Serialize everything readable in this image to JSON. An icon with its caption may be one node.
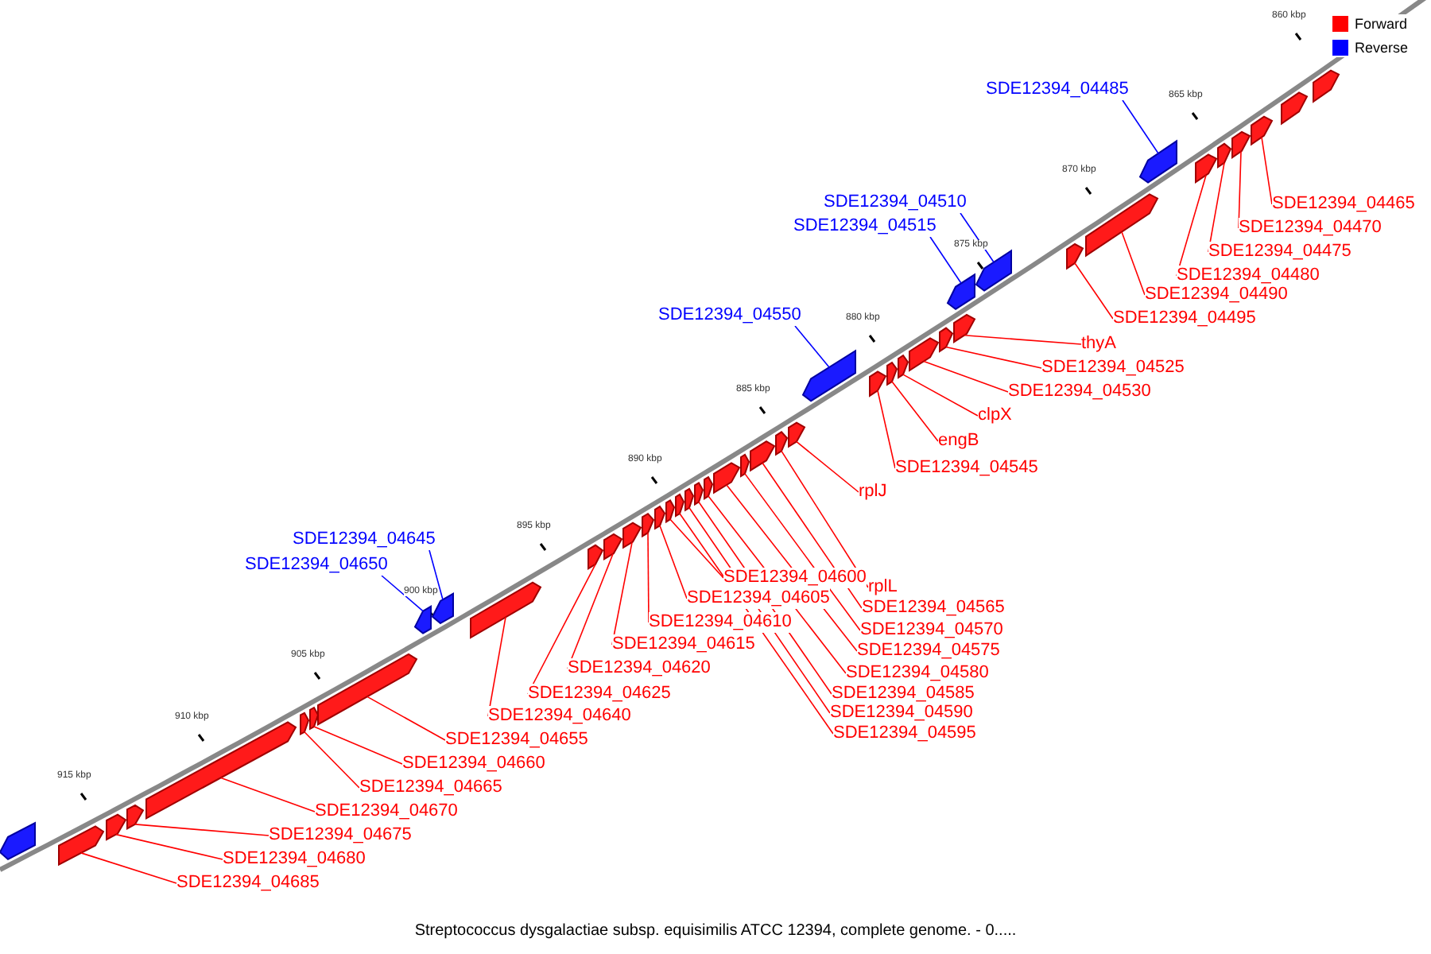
{
  "diagram": {
    "caption": "Streptococcus dysgalactiae subsp. equisimilis ATCC 12394, complete genome. - 0.....",
    "nodes": [
      {
        "text": [
          "SDE12394_04465"
        ]
      },
      {
        "text": [],
        "shape": "bar"
      },
      {
        "text": [
          "SDE12394_04470"
        ]
      },
      {
        "text": [],
        "shape": "bar"
      },
      {
        "text": [
          "SDE12394_04475"
        ]
      },
      {
        "text": [],
        "shape": "bar"
      },
      {
        "text": [
          "SDE12394_04480"
        ]
      },
      {
        "text": [],
        "shape": "bar"
      },
      {
        "text": [
          "SDE12394_04485"
        ]
      },
      {
        "text": [],
        "shape": "bar"
      },
      {
        "text": [
          "SDE12394_04490"
        ]
      },
      {
        "text": [],
        "shape": "bar"
      },
      {
        "text": [
          "SDE12394_04495"
        ]
      },
      {
        "text": [],
        "shape": "bar"
      },
      {
        "text": [
          "SDE12394_04510"
        ]
      },
      {
        "text": [],
        "shape": "bar"
      },
      {
        "text": [
          "SDE12394_04515"
        ]
      },
      {
        "text": [],
        "shape": "bar"
      },
      {
        "text": [
          "thyA"
        ]
      },
      {
        "text": [],
        "shape": "bar"
      },
      {
        "text": [
          "SDE12394_04525"
        ]
      },
      {
        "text": [],
        "shape": "bar"
      },
      {
        "text": [
          "SDE12394_04530"
        ]
      },
      {
        "text": [],
        "shape": "bar"
      },
      {
        "text": [
          "clpX"
        ]
      },
      {
        "text": [],
        "shape": "bar"
      },
      {
        "text": [
          "engB"
        ]
      },
      {
        "text": [],
        "shape": "bar"
      },
      {
        "text": [
          "SDE12394_04545"
        ]
      },
      {
        "text": [],
        "shape": "bar"
      },
      {
        "text": [
          "SDE12394_04550"
        ]
      },
      {
        "text": [],
        "shape": "bar"
      },
      {
        "text": [
          "rplJ"
        ]
      },
      {
        "text": [],
        "shape": "bar"
      },
      {
        "text": [
          "rplL"
        ]
      },
      {
        "text": [],
        "shape": "bar"
      },
      {
        "text": [
          "SDE12394_04565"
        ]
      },
      {
        "text": [],
        "shape": "bar"
      },
      {
        "text": [
          "SDE12394_04570"
        ]
      },
      {
        "text": [],
        "shape": "bar"
      },
      {
        "text": [
          "SDE12394_04575"
        ]
      },
      {
        "text": [],
        "shape": "bar"
      },
      {
        "text": [
          "SDE12394_04580"
        ]
      },
      {
        "text": [],
        "shape": "bar"
      },
      {
        "text": [
          "SDE12394_04585"
        ]
      },
      {
        "text": [],
        "shape": "bar"
      },
      {
        "text": [
          "SDE12394_04590"
        ]
      },
      {
        "text": [],
        "shape": "bar"
      },
      {
        "text": [
          "SDE12394_04595"
        ]
      },
      {
        "text": [],
        "shape": "bar"
      },
      {
        "text": [
          "SDE12394_04600"
        ]
      },
      {
        "text": [],
        "shape": "bar"
      },
      {
        "text": [
          "SDE12394_04605"
        ]
      },
      {
        "text": [],
        "shape": "bar"
      },
      {
        "text": [
          "SDE12394_04610"
        ]
      },
      {
        "text": [],
        "shape": "bar"
      },
      {
        "text": [
          "SDE12394_04615"
        ]
      },
      {
        "text": [],
        "shape": "bar"
      },
      {
        "text": [
          "SDE12394_04620"
        ]
      },
      {
        "text": [],
        "shape": "bar"
      },
      {
        "text": [
          "SDE12394_04625"
        ]
      },
      {
        "text": [],
        "shape": "bar"
      },
      {
        "text": [
          "SDE12394_04640"
        ]
      },
      {
        "text": [],
        "shape": "bar"
      },
      {
        "text": [
          "SDE12394_04645"
        ]
      },
      {
        "text": [],
        "shape": "bar"
      },
      {
        "text": [
          "SDE12394_04650"
        ]
      },
      {
        "text": [],
        "shape": "bar"
      },
      {
        "text": [
          "SDE12394_04655"
        ]
      },
      {
        "text": [],
        "shape": "bar"
      },
      {
        "text": [
          "SDE12394_04660"
        ]
      },
      {
        "text": [],
        "shape": "bar"
      },
      {
        "text": [
          "SDE12394_04665"
        ]
      },
      {
        "text": [],
        "shape": "bar"
      },
      {
        "text": [
          "SDE12394_04670"
        ]
      },
      {
        "text": [],
        "shape": "bar"
      },
      {
        "text": [
          "SDE12394_04675"
        ]
      },
      {
        "text": [],
        "shape": "bar"
      },
      {
        "text": [
          "SDE12394_04680"
        ]
      },
      {
        "text": [],
        "shape": "bar"
      },
      {
        "text": [
          "SDE12394_04685"
        ]
      },
      {
        "text": [],
        "shape": "bar"
      },
      {
        "text": [],
        "shape": "bar"
      },
      {
        "text": [],
        "shape": "bar"
      },
      {
        "text": [],
        "shape": "bar"
      }
    ],
    "edges": [
      {
        "from": 0,
        "to": 1,
        "arrow": "none"
      },
      {
        "from": 2,
        "to": 3,
        "arrow": "none"
      },
      {
        "from": 4,
        "to": 5,
        "arrow": "none"
      },
      {
        "from": 6,
        "to": 7,
        "arrow": "none"
      },
      {
        "from": 8,
        "to": 9,
        "arrow": "none",
        "color": "#0000ff"
      },
      {
        "from": 10,
        "to": 11,
        "arrow": "none"
      },
      {
        "from": 12,
        "to": 13,
        "arrow": "none"
      },
      {
        "from": 14,
        "to": 15,
        "arrow": "none",
        "color": "#0000ff"
      },
      {
        "from": 16,
        "to": 17,
        "arrow": "none",
        "color": "#0000ff"
      },
      {
        "from": 18,
        "to": 19,
        "arrow": "none"
      },
      {
        "from": 20,
        "to": 21,
        "arrow": "none"
      },
      {
        "from": 22,
        "to": 23,
        "arrow": "none"
      },
      {
        "from": 24,
        "to": 25,
        "arrow": "none"
      },
      {
        "from": 26,
        "to": 27,
        "arrow": "none"
      },
      {
        "from": 28,
        "to": 29,
        "arrow": "none"
      },
      {
        "from": 30,
        "to": 31,
        "arrow": "none",
        "color": "#0000ff"
      },
      {
        "from": 32,
        "to": 33,
        "arrow": "none"
      },
      {
        "from": 34,
        "to": 35,
        "arrow": "none"
      },
      {
        "from": 36,
        "to": 37,
        "arrow": "none"
      },
      {
        "from": 38,
        "to": 39,
        "arrow": "none"
      },
      {
        "from": 40,
        "to": 41,
        "arrow": "none"
      },
      {
        "from": 42,
        "to": 43,
        "arrow": "none"
      },
      {
        "from": 44,
        "to": 45,
        "arrow": "none"
      },
      {
        "from": 46,
        "to": 47,
        "arrow": "none"
      },
      {
        "from": 48,
        "to": 49,
        "arrow": "none"
      },
      {
        "from": 50,
        "to": 51,
        "arrow": "none"
      },
      {
        "from": 52,
        "to": 53,
        "arrow": "none"
      },
      {
        "from": 54,
        "to": 55,
        "arrow": "none"
      },
      {
        "from": 56,
        "to": 57,
        "arrow": "none"
      },
      {
        "from": 58,
        "to": 59,
        "arrow": "none"
      },
      {
        "from": 60,
        "to": 61,
        "arrow": "none"
      },
      {
        "from": 62,
        "to": 63,
        "arrow": "none"
      },
      {
        "from": 64,
        "to": 65,
        "arrow": "none",
        "color": "#0000ff"
      },
      {
        "from": 66,
        "to": 67,
        "arrow": "none",
        "color": "#0000ff"
      },
      {
        "from": 68,
        "to": 69,
        "arrow": "none"
      },
      {
        "from": 70,
        "to": 71,
        "arrow": "none"
      },
      {
        "from": 72,
        "to": 73,
        "arrow": "none"
      },
      {
        "from": 74,
        "to": 75,
        "arrow": "none"
      },
      {
        "from": 76,
        "to": 77,
        "arrow": "none"
      },
      {
        "from": 78,
        "to": 79,
        "arrow": "none"
      },
      {
        "from": 80,
        "to": 81,
        "arrow": "none"
      }
    ],
    "labels": [
      "860 kbp",
      "865 kbp",
      "870 kbp",
      "875 kbp",
      "880 kbp",
      "885 kbp",
      "890 kbp",
      "895 kbp",
      "900 kbp",
      "905 kbp",
      "910 kbp",
      "915 kbp"
    ],
    "legend": [
      {
        "text": "Forward",
        "color": "#ff0000"
      },
      {
        "text": "Reverse",
        "color": "#0000ff"
      }
    ]
  }
}
